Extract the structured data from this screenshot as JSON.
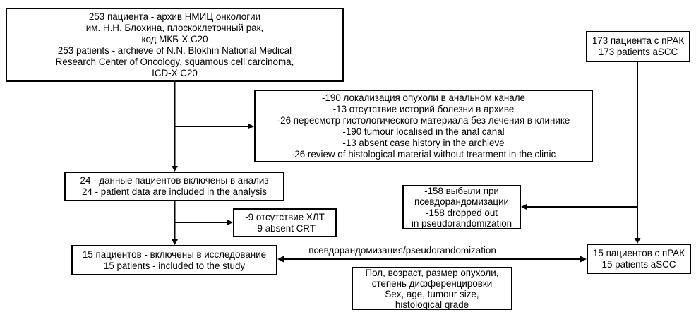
{
  "page": {
    "background": "#ffffff",
    "ink": "#000000"
  },
  "boxes": {
    "source": {
      "lines": [
        "253 пациента - архив НМИЦ онкологии",
        "им. Н.Н. Блохина, плоскоклеточный рак,",
        "код МКБ-Х С20",
        "253 patients - archieve of N.N. Blokhin National Medical",
        "Research Center of Oncology, squamous cell carcinoma,",
        "ICD-X C20"
      ]
    },
    "exclusions": {
      "lines": [
        "-190 локализация опухоли в анальном канале",
        "-13 отсутствие историй болезни в архиве",
        "-26 пересмотр гистологического материала без лечения в клинике",
        "-190 tumour localised in the anal canal",
        "-13 absent case history in the archieve",
        "-26 review of histological material without treatment in the clinic"
      ]
    },
    "analysis": {
      "lines": [
        "24 - данные пациентов включены в анализ",
        "24 - patient data are included in the analysis"
      ]
    },
    "absent_crt": {
      "lines": [
        "-9 отсутствие ХЛТ",
        "-9 absent CRT"
      ]
    },
    "included": {
      "lines": [
        "15 пациентов - включены в исследование",
        "15 patients - included to the study"
      ]
    },
    "ascc_total": {
      "lines": [
        "173 пациента с пРАК",
        "173 patients aSCC"
      ]
    },
    "dropout": {
      "lines": [
        "-158 выбыли при",
        "псевдорандомизации",
        "-158 dropped out",
        "in pseudorandomization"
      ]
    },
    "ascc_matched": {
      "lines": [
        "15 пациентов с пРАК",
        "15 patients aSCC"
      ]
    },
    "covariates": {
      "lines": [
        "Пол, возраст, размер опухоли,",
        "степень дифференцировки",
        "Sex, age, tumour size,",
        "histological grade"
      ]
    }
  },
  "labels": {
    "pseudorandomization": "псевдорандомизация/pseudorandomization"
  }
}
